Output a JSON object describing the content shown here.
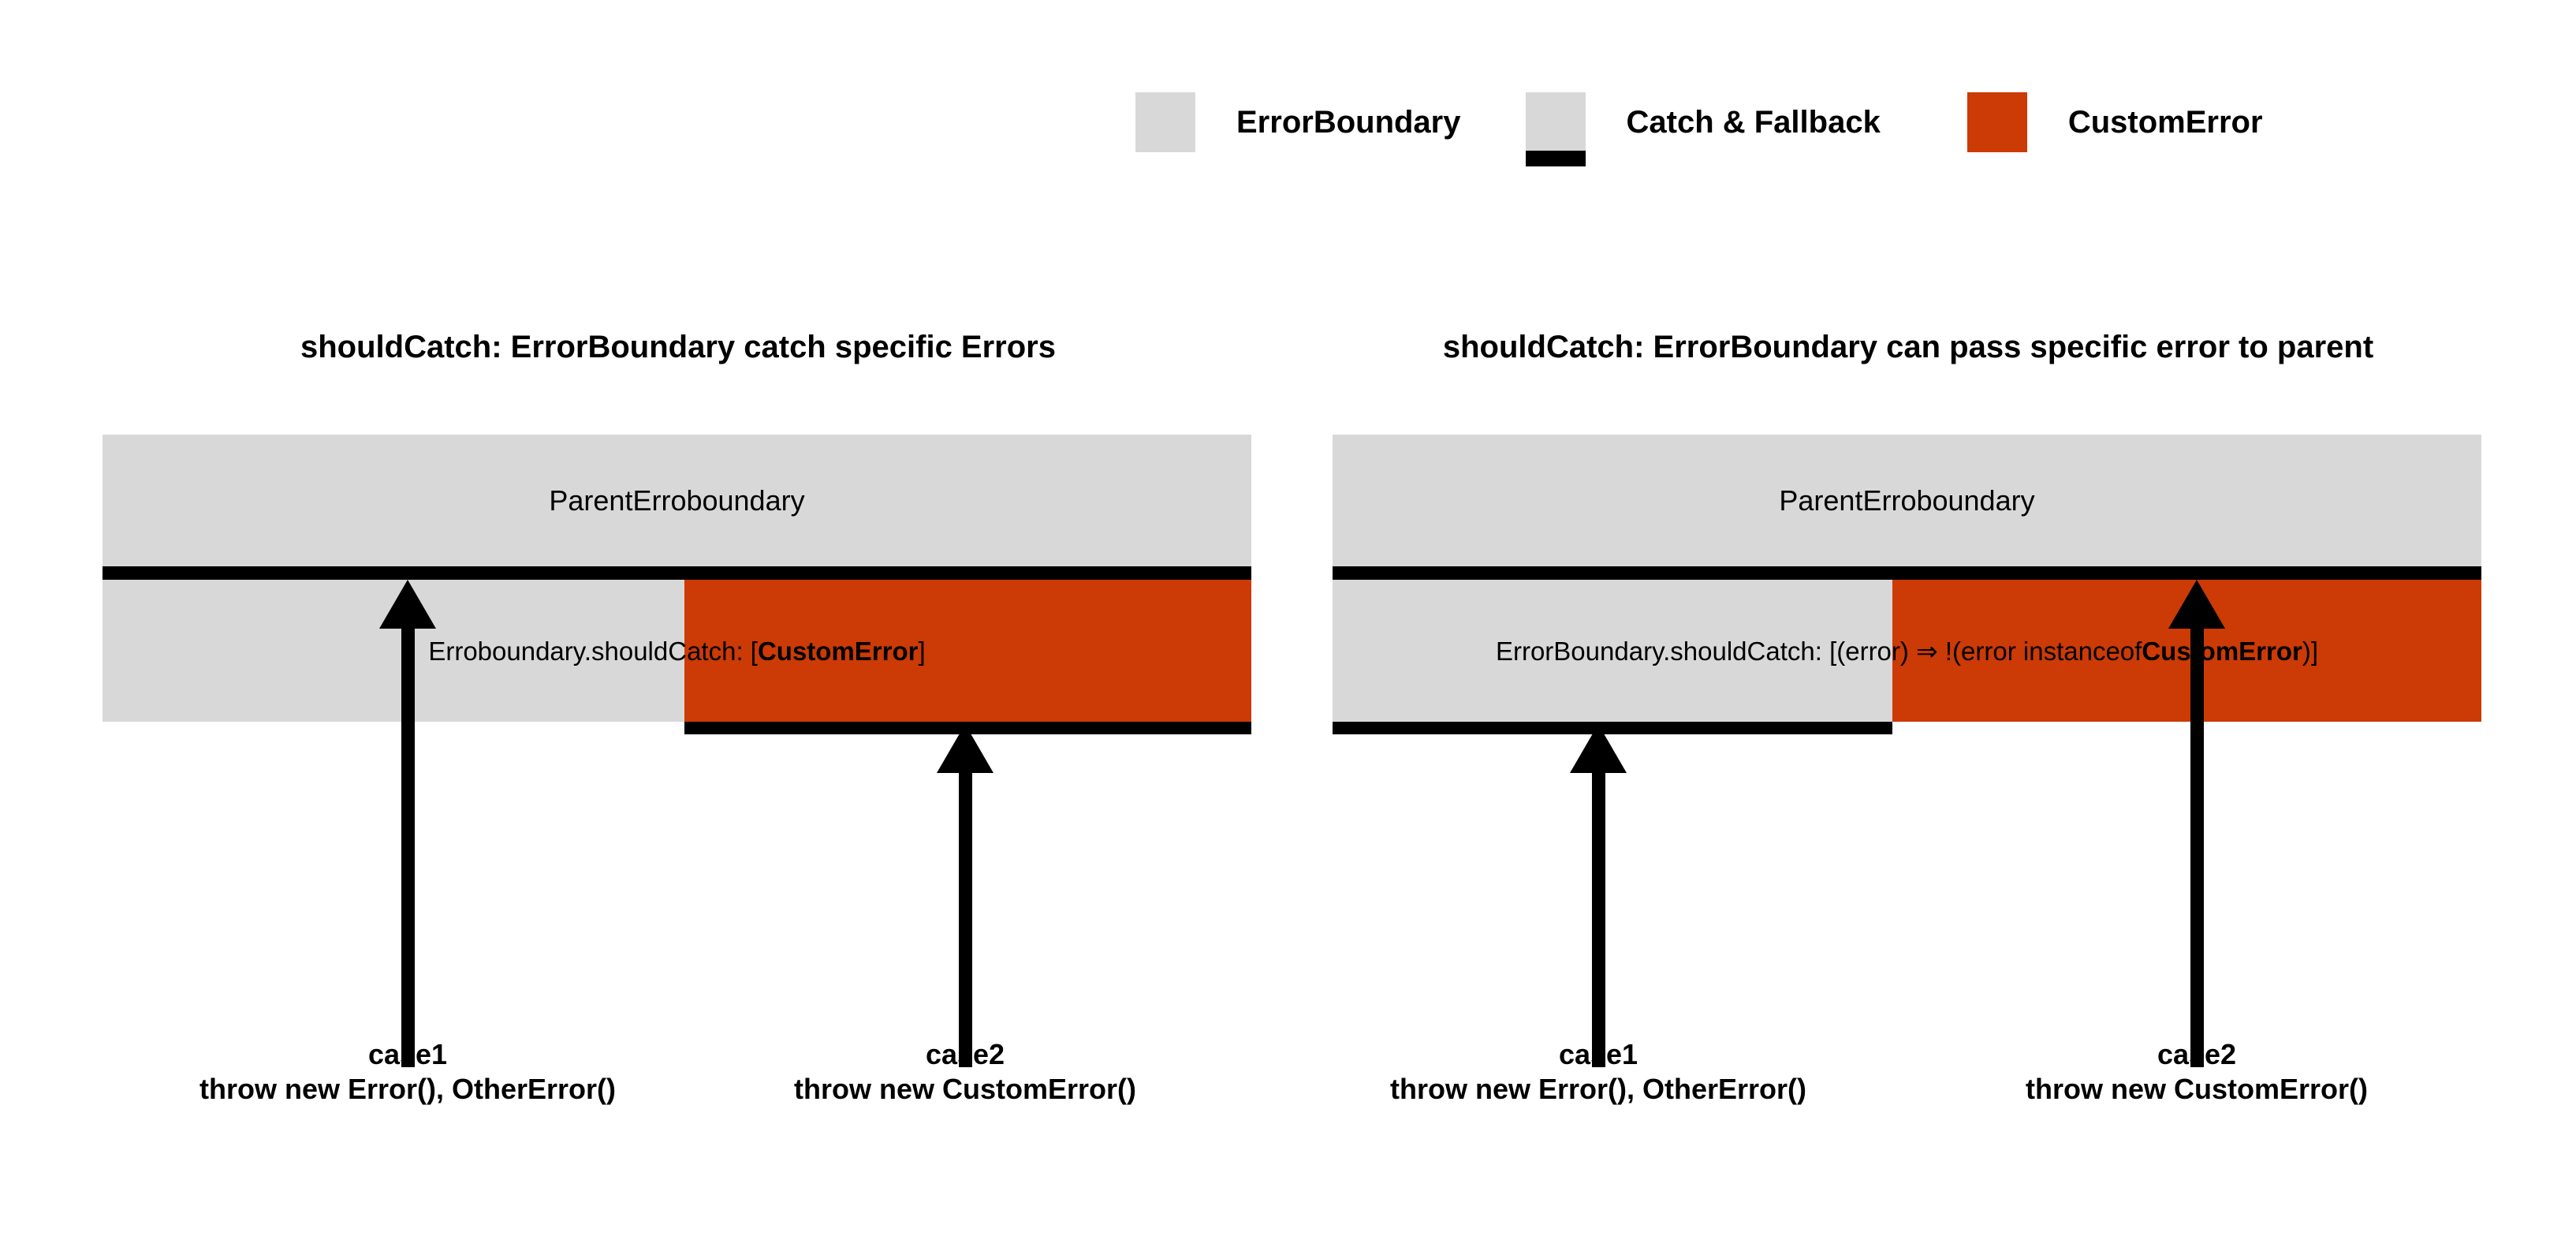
{
  "legend": {
    "items": [
      {
        "swatch": "gray-swatch",
        "color": "#d8d8d8",
        "label": "ErrorBoundary"
      },
      {
        "swatch": "gray-with-black-bar-swatch",
        "color": "#d8d8d8",
        "label": "Catch & Fallback"
      },
      {
        "swatch": "orange-swatch",
        "color": "#cc3a05",
        "label": "CustomError"
      }
    ]
  },
  "colors": {
    "gray": "#d8d8d8",
    "orange": "#cc3a05",
    "black": "#000000",
    "background": "#ffffff"
  },
  "panels": [
    {
      "id": "catch-specific-errors",
      "title": "shouldCatch: ErrorBoundary catch specific Errors",
      "parent_label": "ParentErroboundary",
      "child_caption": {
        "prefix": "Erroboundary.shouldCatch: [",
        "emphasis": "CustomError",
        "suffix": "]"
      },
      "cases": [
        {
          "name": "case1",
          "detail": "throw new Error(), OtherError()"
        },
        {
          "name": "case2",
          "detail": "throw new CustomError()"
        }
      ]
    },
    {
      "id": "pass-specific-error-to-parent",
      "title": "shouldCatch: ErrorBoundary can pass specific error to parent",
      "parent_label": "ParentErroboundary",
      "child_caption": {
        "prefix": "ErrorBoundary.shouldCatch: [(error) ⇒ !(error instanceof ",
        "emphasis": "CustomError",
        "suffix": ")]"
      },
      "cases": [
        {
          "name": "case1",
          "detail": "throw new Error(), OtherError()"
        },
        {
          "name": "case2",
          "detail": "throw new CustomError()"
        }
      ]
    }
  ]
}
